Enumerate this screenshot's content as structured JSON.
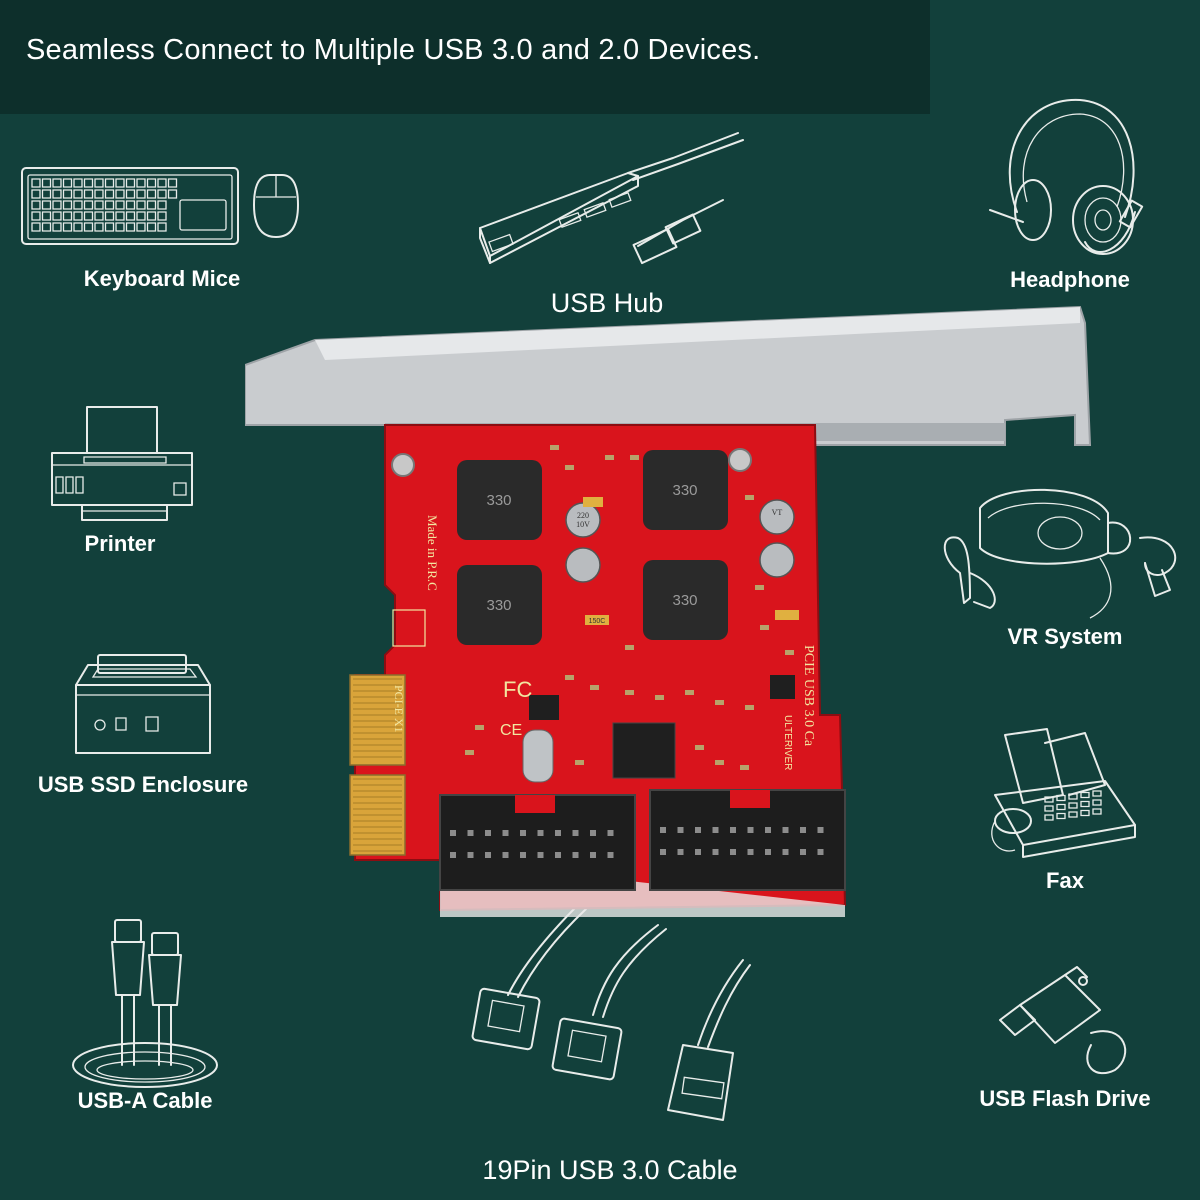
{
  "banner": {
    "title": "Seamless Connect to Multiple USB 3.0 and 2.0 Devices."
  },
  "devices": {
    "keyboard_mice": "Keyboard Mice",
    "usb_hub": "USB Hub",
    "headphone": "Headphone",
    "printer": "Printer",
    "vr_system": "VR System",
    "usb_ssd_enclosure": "USB SSD Enclosure",
    "fax": "Fax",
    "usb_a_cable": "USB-A Cable",
    "usb_flash_drive": "USB Flash Drive",
    "pin_cable": "19Pin USB 3.0 Cable"
  },
  "card": {
    "silkscreen_side": "Made in P.R.C",
    "silkscreen_edge": "PCI-E X1",
    "silkscreen_right": "PCIE USB 3.0 Ca",
    "brand": "ULTERIVER",
    "inductor_code": "330",
    "capacitor_lines": [
      "220",
      "10V",
      "VT"
    ],
    "fuse_code": "150C",
    "fc_mark": "FC",
    "ce_mark": "CE"
  },
  "colors": {
    "background": "#12403b",
    "banner": "#0d2f2b",
    "pcb": "#d9141c",
    "bracket": "#c9cccf",
    "line_art": "#e8ecea"
  }
}
